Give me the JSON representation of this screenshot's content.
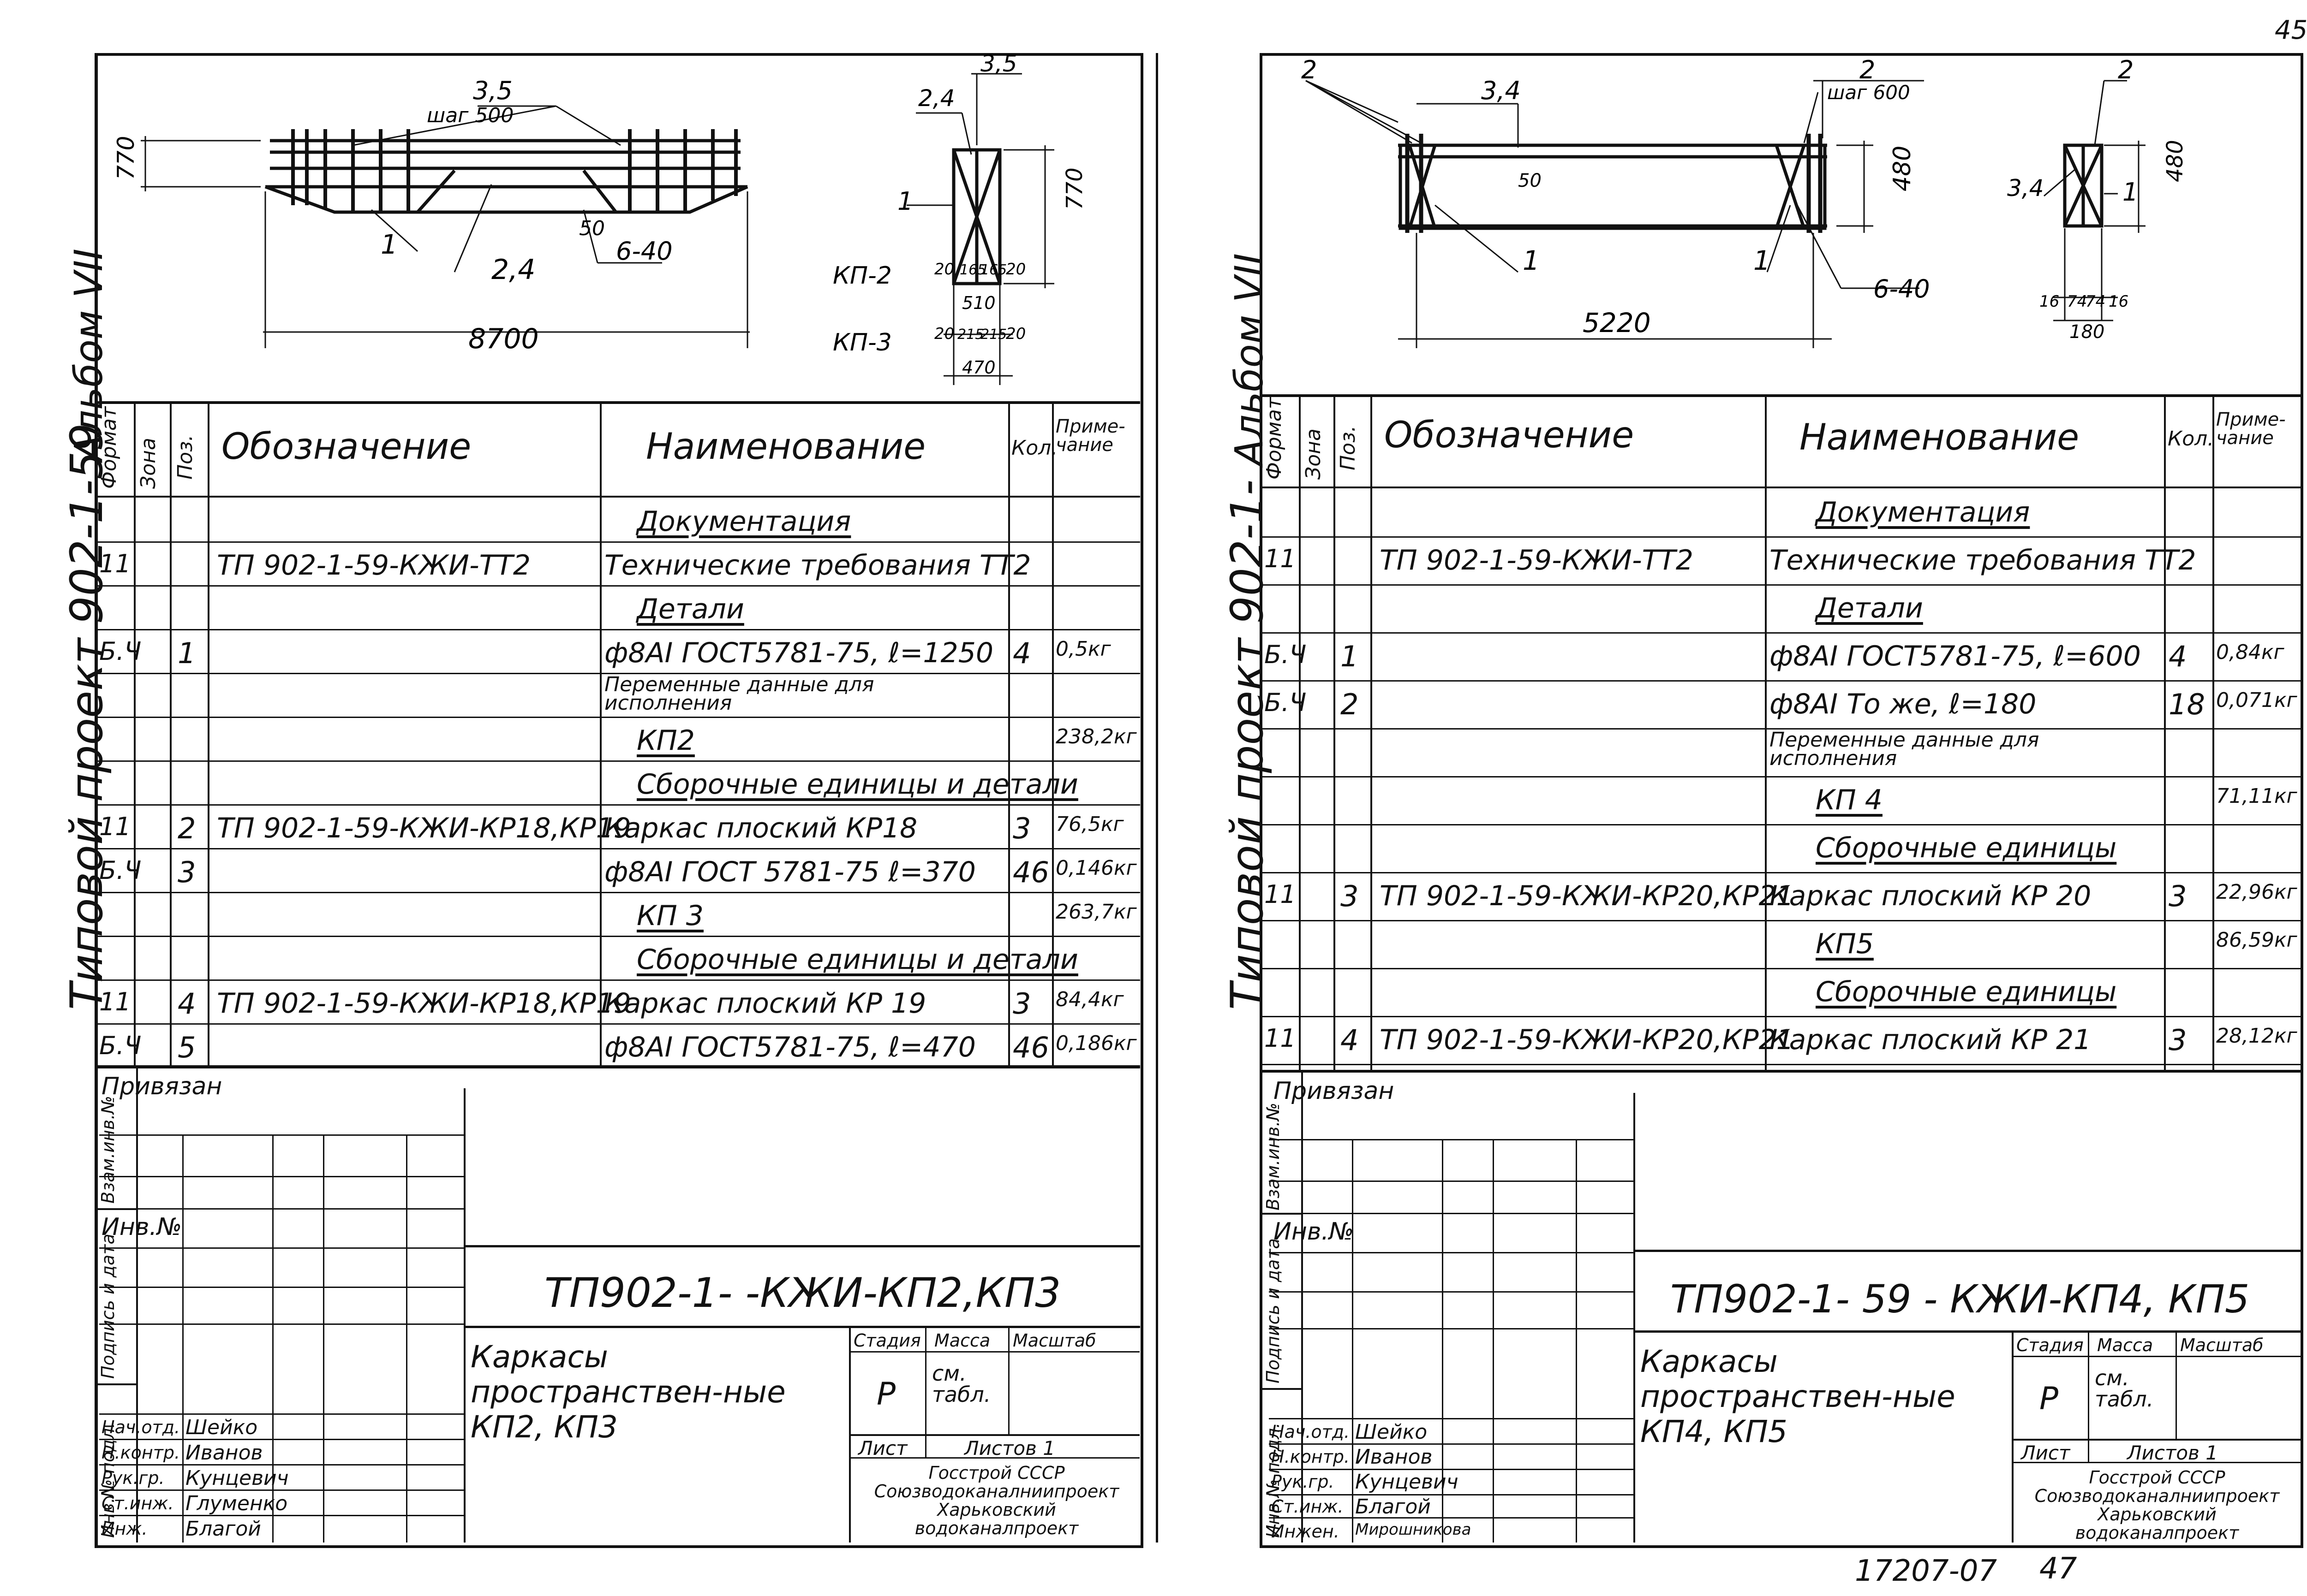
{
  "page_number": "45",
  "bottom_code": "17207-07",
  "bottom_sheet": "47",
  "left": {
    "side_album": "Альбом VII",
    "side_project": "Типовой проект 902-1-59",
    "drawing": {
      "dim_770a": "770",
      "dim_35": "3,5",
      "step": "шаг 500",
      "dim_1": "1",
      "dim_24": "2,4",
      "dim_50": "50",
      "dim_640": "6-40",
      "dim_8700": "8700",
      "s_35": "3,5",
      "s_24": "2,4",
      "s_1": "1",
      "s_770": "770",
      "kp2": "КП-2",
      "kp3": "КП-3",
      "d20a": "20",
      "d165a": "165",
      "d165b": "165",
      "d20b": "20",
      "d510": "510",
      "d20c": "20",
      "d215a": "215",
      "d215b": "215",
      "d20d": "20",
      "d470": "470"
    },
    "headers": {
      "format": "Формат",
      "zone": "Зона",
      "pos": "Поз.",
      "designation": "Обозначение",
      "name": "Наименование",
      "qty": "Кол.",
      "note": "Приме-чание"
    },
    "rows": [
      {
        "format": "",
        "pos": "",
        "des": "",
        "name": "Документация",
        "qty": "",
        "note": "",
        "u": true
      },
      {
        "format": "11",
        "pos": "",
        "des": "ТП 902-1-59-КЖИ-ТТ2",
        "name": "Технические требования ТТ2",
        "qty": "",
        "note": "",
        "u": false
      },
      {
        "format": "",
        "pos": "",
        "des": "",
        "name": "Детали",
        "qty": "",
        "note": "",
        "u": true
      },
      {
        "format": "Б.Ч",
        "pos": "1",
        "des": "",
        "name": "ф8АI ГОСТ5781-75, ℓ=1250",
        "qty": "4",
        "note": "0,5кг",
        "u": false
      },
      {
        "format": "",
        "pos": "",
        "des": "",
        "name": "Переменные данные для исполнения",
        "qty": "",
        "note": "",
        "u": false
      },
      {
        "format": "",
        "pos": "",
        "des": "",
        "name": "КП2",
        "qty": "",
        "note": "238,2кг",
        "u": true
      },
      {
        "format": "",
        "pos": "",
        "des": "",
        "name": "Сборочные единицы и детали",
        "qty": "",
        "note": "",
        "u": true
      },
      {
        "format": "11",
        "pos": "2",
        "des": "ТП 902-1-59-КЖИ-КР18,КР19",
        "name": "Каркас плоский  КР18",
        "qty": "3",
        "note": "76,5кг",
        "u": false
      },
      {
        "format": "Б.Ч",
        "pos": "3",
        "des": "",
        "name": "ф8АI ГОСТ 5781-75  ℓ=370",
        "qty": "46",
        "note": "0,146кг",
        "u": false
      },
      {
        "format": "",
        "pos": "",
        "des": "",
        "name": "КП 3",
        "qty": "",
        "note": "263,7кг",
        "u": true
      },
      {
        "format": "",
        "pos": "",
        "des": "",
        "name": "Сборочные единицы и детали",
        "qty": "",
        "note": "",
        "u": true
      },
      {
        "format": "11",
        "pos": "4",
        "des": "ТП 902-1-59-КЖИ-КР18,КР19",
        "name": "Каркас плоский  КР 19",
        "qty": "3",
        "note": "84,4кг",
        "u": false
      },
      {
        "format": "Б.Ч",
        "pos": "5",
        "des": "",
        "name": "ф8АI ГОСТ5781-75, ℓ=470",
        "qty": "46",
        "note": "0,186кг",
        "u": false
      }
    ],
    "stamp": {
      "privyazan": "Привязан",
      "inv": "Инв.№",
      "side1": "Взам.инв.№",
      "side2": "Подпись и дата",
      "side3": "Инв.№ подл.",
      "code": "ТП902-1-    -КЖИ-КП2,КП3",
      "title": "Каркасы пространствен-ные КП2, КП3",
      "stage_h": "Стадия",
      "mass_h": "Масса",
      "scale_h": "Масштаб",
      "stage": "Р",
      "mass": "см. табл.",
      "sheet": "Лист",
      "sheets": "Листов 1",
      "org": "Госстрой СССР Союзводоканалниипроект Харьковский водоканалпроект",
      "people": [
        {
          "role": "Нач.отд.",
          "name": "Шейко"
        },
        {
          "role": "Н.контр.",
          "name": "Иванов"
        },
        {
          "role": "Рук.гр.",
          "name": "Кунцевич"
        },
        {
          "role": "Ст.инж.",
          "name": "Глуменко"
        },
        {
          "role": "Инж.",
          "name": "Благой"
        }
      ]
    }
  },
  "right": {
    "side_album": "Альбом VII",
    "side_project": "Типовой проект 902-1-",
    "drawing": {
      "d2a": "2",
      "d34": "3,4",
      "d2b": "2",
      "step": "шаг 600",
      "d2c": "2",
      "d50": "50",
      "d480a": "480",
      "d1a": "1",
      "d1b": "1",
      "d640": "6-40",
      "d5220": "5220",
      "s34": "3,4",
      "s1": "1",
      "s480": "480",
      "d16a": "16",
      "d74a": "74",
      "d74b": "74",
      "d16b": "16",
      "d180": "180"
    },
    "headers": {
      "format": "Формат",
      "zone": "Зона",
      "pos": "Поз.",
      "designation": "Обозначение",
      "name": "Наименование",
      "qty": "Кол.",
      "note": "Приме-чание"
    },
    "rows": [
      {
        "format": "",
        "pos": "",
        "des": "",
        "name": "Документация",
        "qty": "",
        "note": "",
        "u": true
      },
      {
        "format": "11",
        "pos": "",
        "des": "ТП 902-1-59-КЖИ-ТТ2",
        "name": "Технические требования ТТ2",
        "qty": "",
        "note": "",
        "u": false
      },
      {
        "format": "",
        "pos": "",
        "des": "",
        "name": "Детали",
        "qty": "",
        "note": "",
        "u": true
      },
      {
        "format": "Б.Ч",
        "pos": "1",
        "des": "",
        "name": "ф8АI ГОСТ5781-75, ℓ=600",
        "qty": "4",
        "note": "0,84кг",
        "u": false
      },
      {
        "format": "Б.Ч",
        "pos": "2",
        "des": "",
        "name": "ф8АI То же,    ℓ=180",
        "qty": "18",
        "note": "0,071кг",
        "u": false
      },
      {
        "format": "",
        "pos": "",
        "des": "",
        "name": "Переменные данные для исполнения",
        "qty": "",
        "note": "",
        "u": false
      },
      {
        "format": "",
        "pos": "",
        "des": "",
        "name": "КП 4",
        "qty": "",
        "note": "71,11кг",
        "u": true
      },
      {
        "format": "",
        "pos": "",
        "des": "",
        "name": "Сборочные единицы",
        "qty": "",
        "note": "",
        "u": true
      },
      {
        "format": "11",
        "pos": "3",
        "des": "ТП 902-1-59-КЖИ-КР20,КР21",
        "name": "Каркас плоский  КР 20",
        "qty": "3",
        "note": "22,96кг",
        "u": false
      },
      {
        "format": "",
        "pos": "",
        "des": "",
        "name": "КП5",
        "qty": "",
        "note": "86,59кг",
        "u": true
      },
      {
        "format": "",
        "pos": "",
        "des": "",
        "name": "Сборочные единицы",
        "qty": "",
        "note": "",
        "u": true
      },
      {
        "format": "11",
        "pos": "4",
        "des": "ТП 902-1-59-КЖИ-КР20,КР21",
        "name": "Каркас плоский  КР 21",
        "qty": "3",
        "note": "28,12кг",
        "u": false
      }
    ],
    "stamp": {
      "privyazan": "Привязан",
      "inv": "Инв.№",
      "side1": "Взам.инв.№",
      "side2": "Подпись и дата",
      "side3": "Инв.№ подл.",
      "code": "ТП902-1- 59 - КЖИ-КП4, КП5",
      "title": "Каркасы пространствен-ные КП4, КП5",
      "stage_h": "Стадия",
      "mass_h": "Масса",
      "scale_h": "Масштаб",
      "stage": "Р",
      "mass": "см. табл.",
      "sheet": "Лист",
      "sheets": "Листов 1",
      "org": "Госстрой СССР Союзводоканалниипроект Харьковский водоканалпроект",
      "people": [
        {
          "role": "Нач.отд.",
          "name": "Шейко"
        },
        {
          "role": "Н.контр.",
          "name": "Иванов"
        },
        {
          "role": "Рук.гр.",
          "name": "Кунцевич"
        },
        {
          "role": "Ст.инж.",
          "name": "Благой"
        },
        {
          "role": "Инжен.",
          "name": "Мирошникова"
        }
      ]
    }
  }
}
